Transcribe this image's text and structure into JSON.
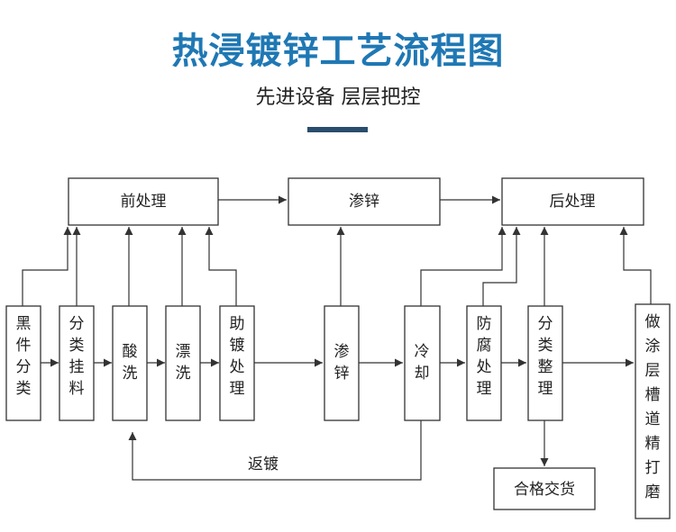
{
  "header": {
    "title": "热浸镀锌工艺流程图",
    "subtitle": "先进设备 层层把控"
  },
  "nodes": {
    "pre": "前处理",
    "zinc": "渗锌",
    "post": "后处理",
    "black": "黑件分类",
    "hang": "分类挂料",
    "acid": "酸洗",
    "rinse": "漂洗",
    "flux": "助镀处理",
    "zincstep": "渗锌",
    "cool": "冷却",
    "anticorr": "防腐处理",
    "sort": "分类整理",
    "coat": "做涂层槽道精打磨",
    "deliver": "合格交货"
  },
  "loop_label": "返镀"
}
